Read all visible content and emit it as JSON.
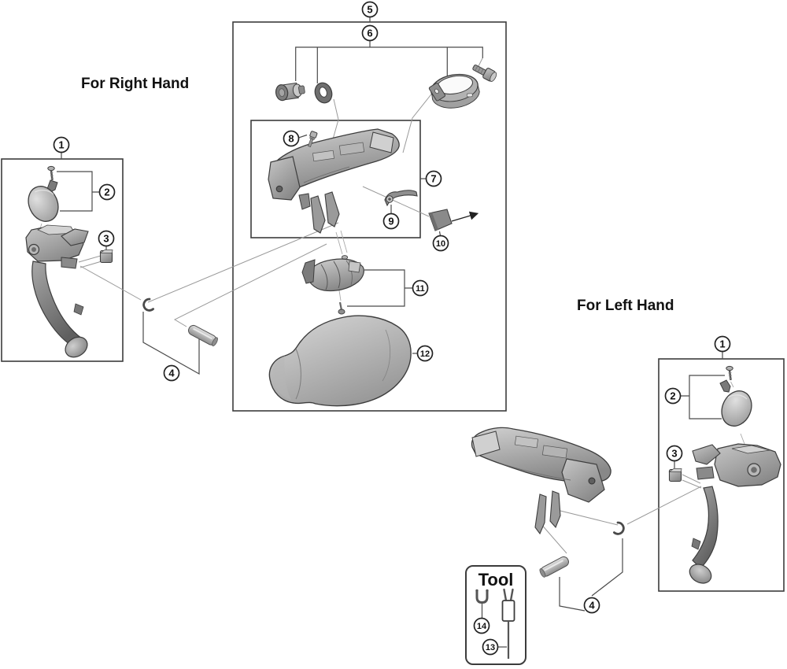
{
  "diagram": {
    "labels": {
      "right_hand": "For Right Hand",
      "left_hand": "For Left Hand",
      "tool": "Tool"
    },
    "callouts": {
      "c1": "1",
      "c2": "2",
      "c3": "3",
      "c4": "4",
      "c5": "5",
      "c6": "6",
      "c7": "7",
      "c8": "8",
      "c9": "9",
      "c10": "10",
      "c11": "11",
      "c12": "12",
      "c13": "13",
      "c14": "14"
    },
    "colors": {
      "background": "#ffffff",
      "outline": "#3d3d3d",
      "leader_line": "#9a9a9a",
      "box_border": "#3c3c3c",
      "part_light": "#c9c9c9",
      "part_mid": "#9a9a9a",
      "part_dark": "#6e6e6e",
      "text": "#111111"
    }
  }
}
